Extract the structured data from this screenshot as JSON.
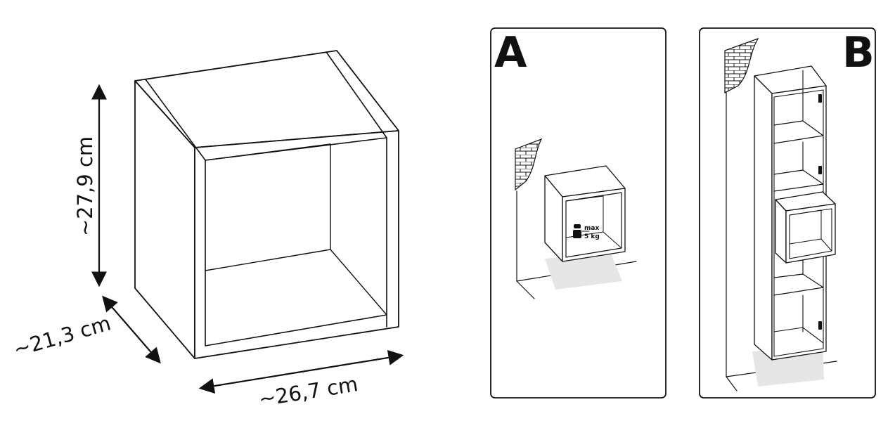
{
  "dimensions": {
    "height": "~27,9 cm",
    "depth": "~21,3 cm",
    "width": "~26,7 cm"
  },
  "panels": {
    "a": {
      "letter": "A",
      "load_max": "max",
      "load_value": "5 kg"
    },
    "b": {
      "letter": "B"
    }
  },
  "colors": {
    "line": "#111111",
    "shadow": "#e6e6e6",
    "background": "#ffffff"
  }
}
